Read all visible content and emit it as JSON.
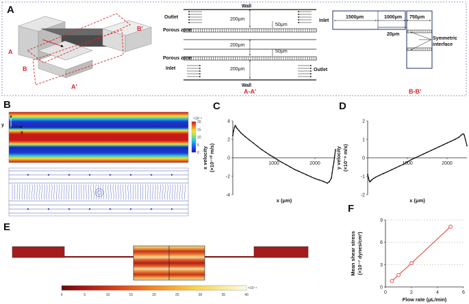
{
  "panels": {
    "A": "A",
    "B": "B",
    "C": "C",
    "D": "D",
    "E": "E",
    "F": "F"
  },
  "panel_a": {
    "iso_labels": {
      "a": "A",
      "a_prime": "A'",
      "b": "B",
      "b_prime": "B'"
    },
    "section_aa": {
      "wall_top": "Wall",
      "wall_bottom": "Wall",
      "outlet_top": "Outlet",
      "inlet_top": "Inlet",
      "inlet_bottom": "Inlet",
      "outlet_bottom": "Outlet",
      "porous_zone_1": "Porous zone",
      "porous_zone_2": "Porous zone",
      "dim_200_top": "200μm",
      "dim_200_mid": "200μm",
      "dim_200_bot": "200μm",
      "dim_50_top": "50μm",
      "dim_50_bot": "50μm",
      "caption": "A-A'"
    },
    "section_bb": {
      "dim_1500": "1500μm",
      "dim_1000": "1000μm",
      "dim_750": "750μm",
      "dim_20": "20μm",
      "symmetric": "Symmetric interface",
      "caption": "B-B'"
    }
  },
  "panel_b": {
    "axis_y": "y",
    "axis_x": "x",
    "colorbar_exp": "×10⁻⁵",
    "colorbar_ticks": [
      "20",
      "15",
      "10",
      "5",
      "0"
    ]
  },
  "panel_e": {
    "colorbar_exp": "×10⁻⁴",
    "colorbar_ticks": [
      "0",
      "5",
      "10",
      "15",
      "20",
      "25",
      "30",
      "35",
      "40"
    ]
  },
  "chart_data": [
    {
      "id": "C",
      "type": "line",
      "xlabel": "x (μm)",
      "ylabel_parts": [
        "x velocity",
        "(×10⁻¹⁰ m/s)"
      ],
      "xlim": [
        0,
        2500
      ],
      "ylim": [
        -4,
        4
      ],
      "xticks": [
        "1000",
        "2000"
      ],
      "yticks": [
        "4",
        "2",
        "0",
        "-2",
        "-4"
      ],
      "x": [
        0,
        20,
        40,
        60,
        80,
        100,
        150,
        200,
        250,
        300,
        400,
        500,
        600,
        700,
        800,
        900,
        1000,
        1100,
        1200,
        1300,
        1400,
        1500,
        1600,
        1700,
        1800,
        1900,
        2000,
        2100,
        2200,
        2300,
        2350,
        2400,
        2420,
        2440,
        2460,
        2480,
        2500
      ],
      "y": [
        2.4,
        2.9,
        3.3,
        3.5,
        3.35,
        3.2,
        2.95,
        2.7,
        2.5,
        2.3,
        1.95,
        1.6,
        1.25,
        0.9,
        0.6,
        0.3,
        0.05,
        -0.25,
        -0.5,
        -0.75,
        -1.0,
        -1.25,
        -1.45,
        -1.65,
        -1.85,
        -2.05,
        -2.25,
        -2.4,
        -2.55,
        -2.75,
        -2.6,
        -2.2,
        -1.6,
        -1.0,
        -0.5,
        0.2,
        0.9
      ]
    },
    {
      "id": "D",
      "type": "line",
      "xlabel": "x (μm)",
      "ylabel_parts": [
        "y velocity",
        "(×10⁻⁸ m/s)"
      ],
      "xlim": [
        0,
        2500
      ],
      "ylim": [
        -2,
        2
      ],
      "xticks": [
        "1000",
        "2000"
      ],
      "yticks": [
        "2",
        "1",
        "0",
        "-1",
        "-2"
      ],
      "x": [
        0,
        20,
        40,
        60,
        80,
        100,
        150,
        200,
        300,
        400,
        500,
        600,
        700,
        800,
        900,
        1000,
        1100,
        1200,
        1300,
        1400,
        1500,
        1600,
        1700,
        1800,
        1900,
        2000,
        2100,
        2200,
        2300,
        2350,
        2400,
        2430,
        2460,
        2500
      ],
      "y": [
        -0.9,
        -1.1,
        -1.25,
        -1.3,
        -1.25,
        -1.2,
        -1.12,
        -1.05,
        -0.95,
        -0.85,
        -0.75,
        -0.65,
        -0.55,
        -0.45,
        -0.35,
        -0.22,
        -0.1,
        0.0,
        0.1,
        0.2,
        0.3,
        0.4,
        0.5,
        0.6,
        0.7,
        0.8,
        0.9,
        1.0,
        1.12,
        1.22,
        1.3,
        1.25,
        1.0,
        0.65
      ]
    },
    {
      "id": "F",
      "type": "line",
      "xlabel": "Flow rate (μL/min)",
      "ylabel_parts": [
        "Mean shear stress",
        "(×10⁻² dynes/cm²)"
      ],
      "xlim": [
        0,
        6
      ],
      "ylim": [
        0,
        9
      ],
      "xticks": [
        "0",
        "2",
        "4",
        "6"
      ],
      "yticks": [
        "0",
        "3",
        "6",
        "9"
      ],
      "x": [
        0.5,
        1,
        2,
        5
      ],
      "y": [
        0.8,
        1.6,
        3.2,
        8.1
      ],
      "color": "#e0392f"
    }
  ]
}
